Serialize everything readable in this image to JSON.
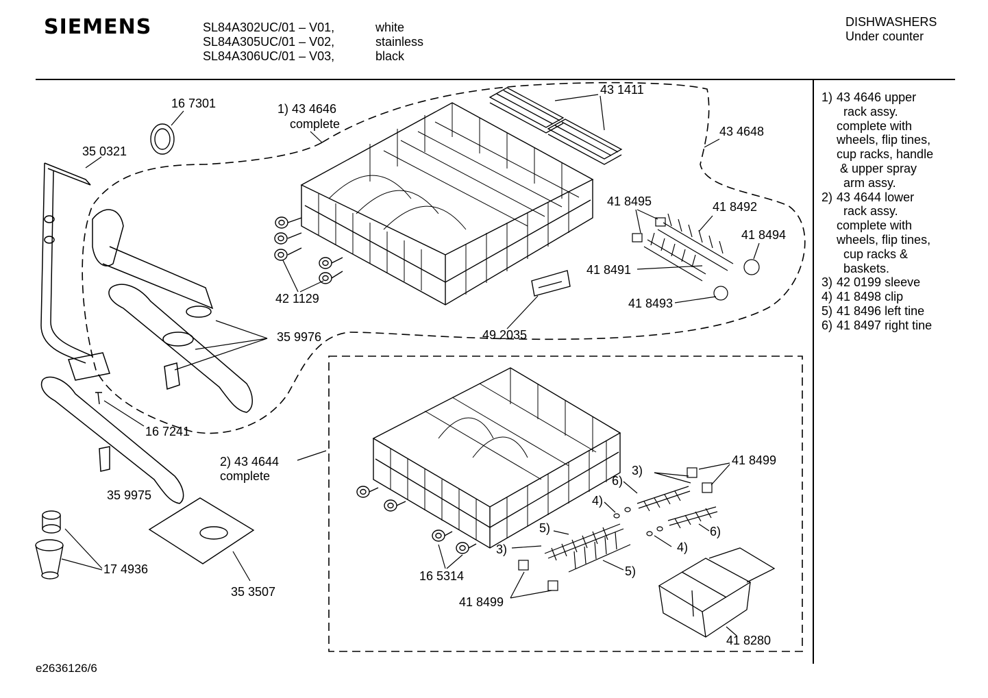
{
  "header": {
    "brand": "SIEMENS",
    "models": [
      "SL84A302UC/01 – V01,",
      "SL84A305UC/01 – V02,",
      "SL84A306UC/01 – V03,"
    ],
    "colors": [
      "white",
      "stainless",
      "black"
    ],
    "category": [
      "DISHWASHERS",
      "Under counter"
    ]
  },
  "legend": [
    {
      "marker": "1)",
      "lines": [
        "43 4646 upper",
        "  rack assy.",
        "complete with",
        "wheels, flip tines,",
        "cup racks, handle",
        " & upper spray",
        "  arm assy."
      ]
    },
    {
      "marker": "2)",
      "lines": [
        "43 4644 lower",
        "  rack assy.",
        "complete with",
        "wheels, flip tines,",
        "  cup racks &",
        "  baskets."
      ]
    },
    {
      "marker": "3)",
      "lines": [
        "42 0199 sleeve"
      ]
    },
    {
      "marker": "4)",
      "lines": [
        "41 8498 clip"
      ]
    },
    {
      "marker": "5)",
      "lines": [
        "41 8496 left tine"
      ]
    },
    {
      "marker": "6)",
      "lines": [
        "41 8497 right tine"
      ]
    }
  ],
  "part_labels": {
    "p167301": "16 7301",
    "p350321": "35 0321",
    "upper_rack": [
      "1) 43 4646",
      "complete"
    ],
    "p431411": "43 1411",
    "p434648": "43 4648",
    "p418495": "41 8495",
    "p418492": "41 8492",
    "p418494": "41 8494",
    "p418491": "41 8491",
    "p418493": "41 8493",
    "p421129": "42 1129",
    "p359976": "35 9976",
    "p492035": "49 2035",
    "p167241": "16 7241",
    "lower_rack": [
      "2) 43 4644",
      "complete"
    ],
    "p359975": "35 9975",
    "p174936": "17 4936",
    "p353507": "35 3507",
    "p165314": "16 5314",
    "p418499a": "41 8499",
    "p418499b": "41 8499",
    "p418280": "41 8280",
    "c3a": "3)",
    "c6a": "6)",
    "c4a": "4)",
    "c5a": "5)",
    "c6b": "6)",
    "c4b": "4)",
    "c3b": "3)",
    "c5b": "5)"
  },
  "footer": "e2636126/6"
}
